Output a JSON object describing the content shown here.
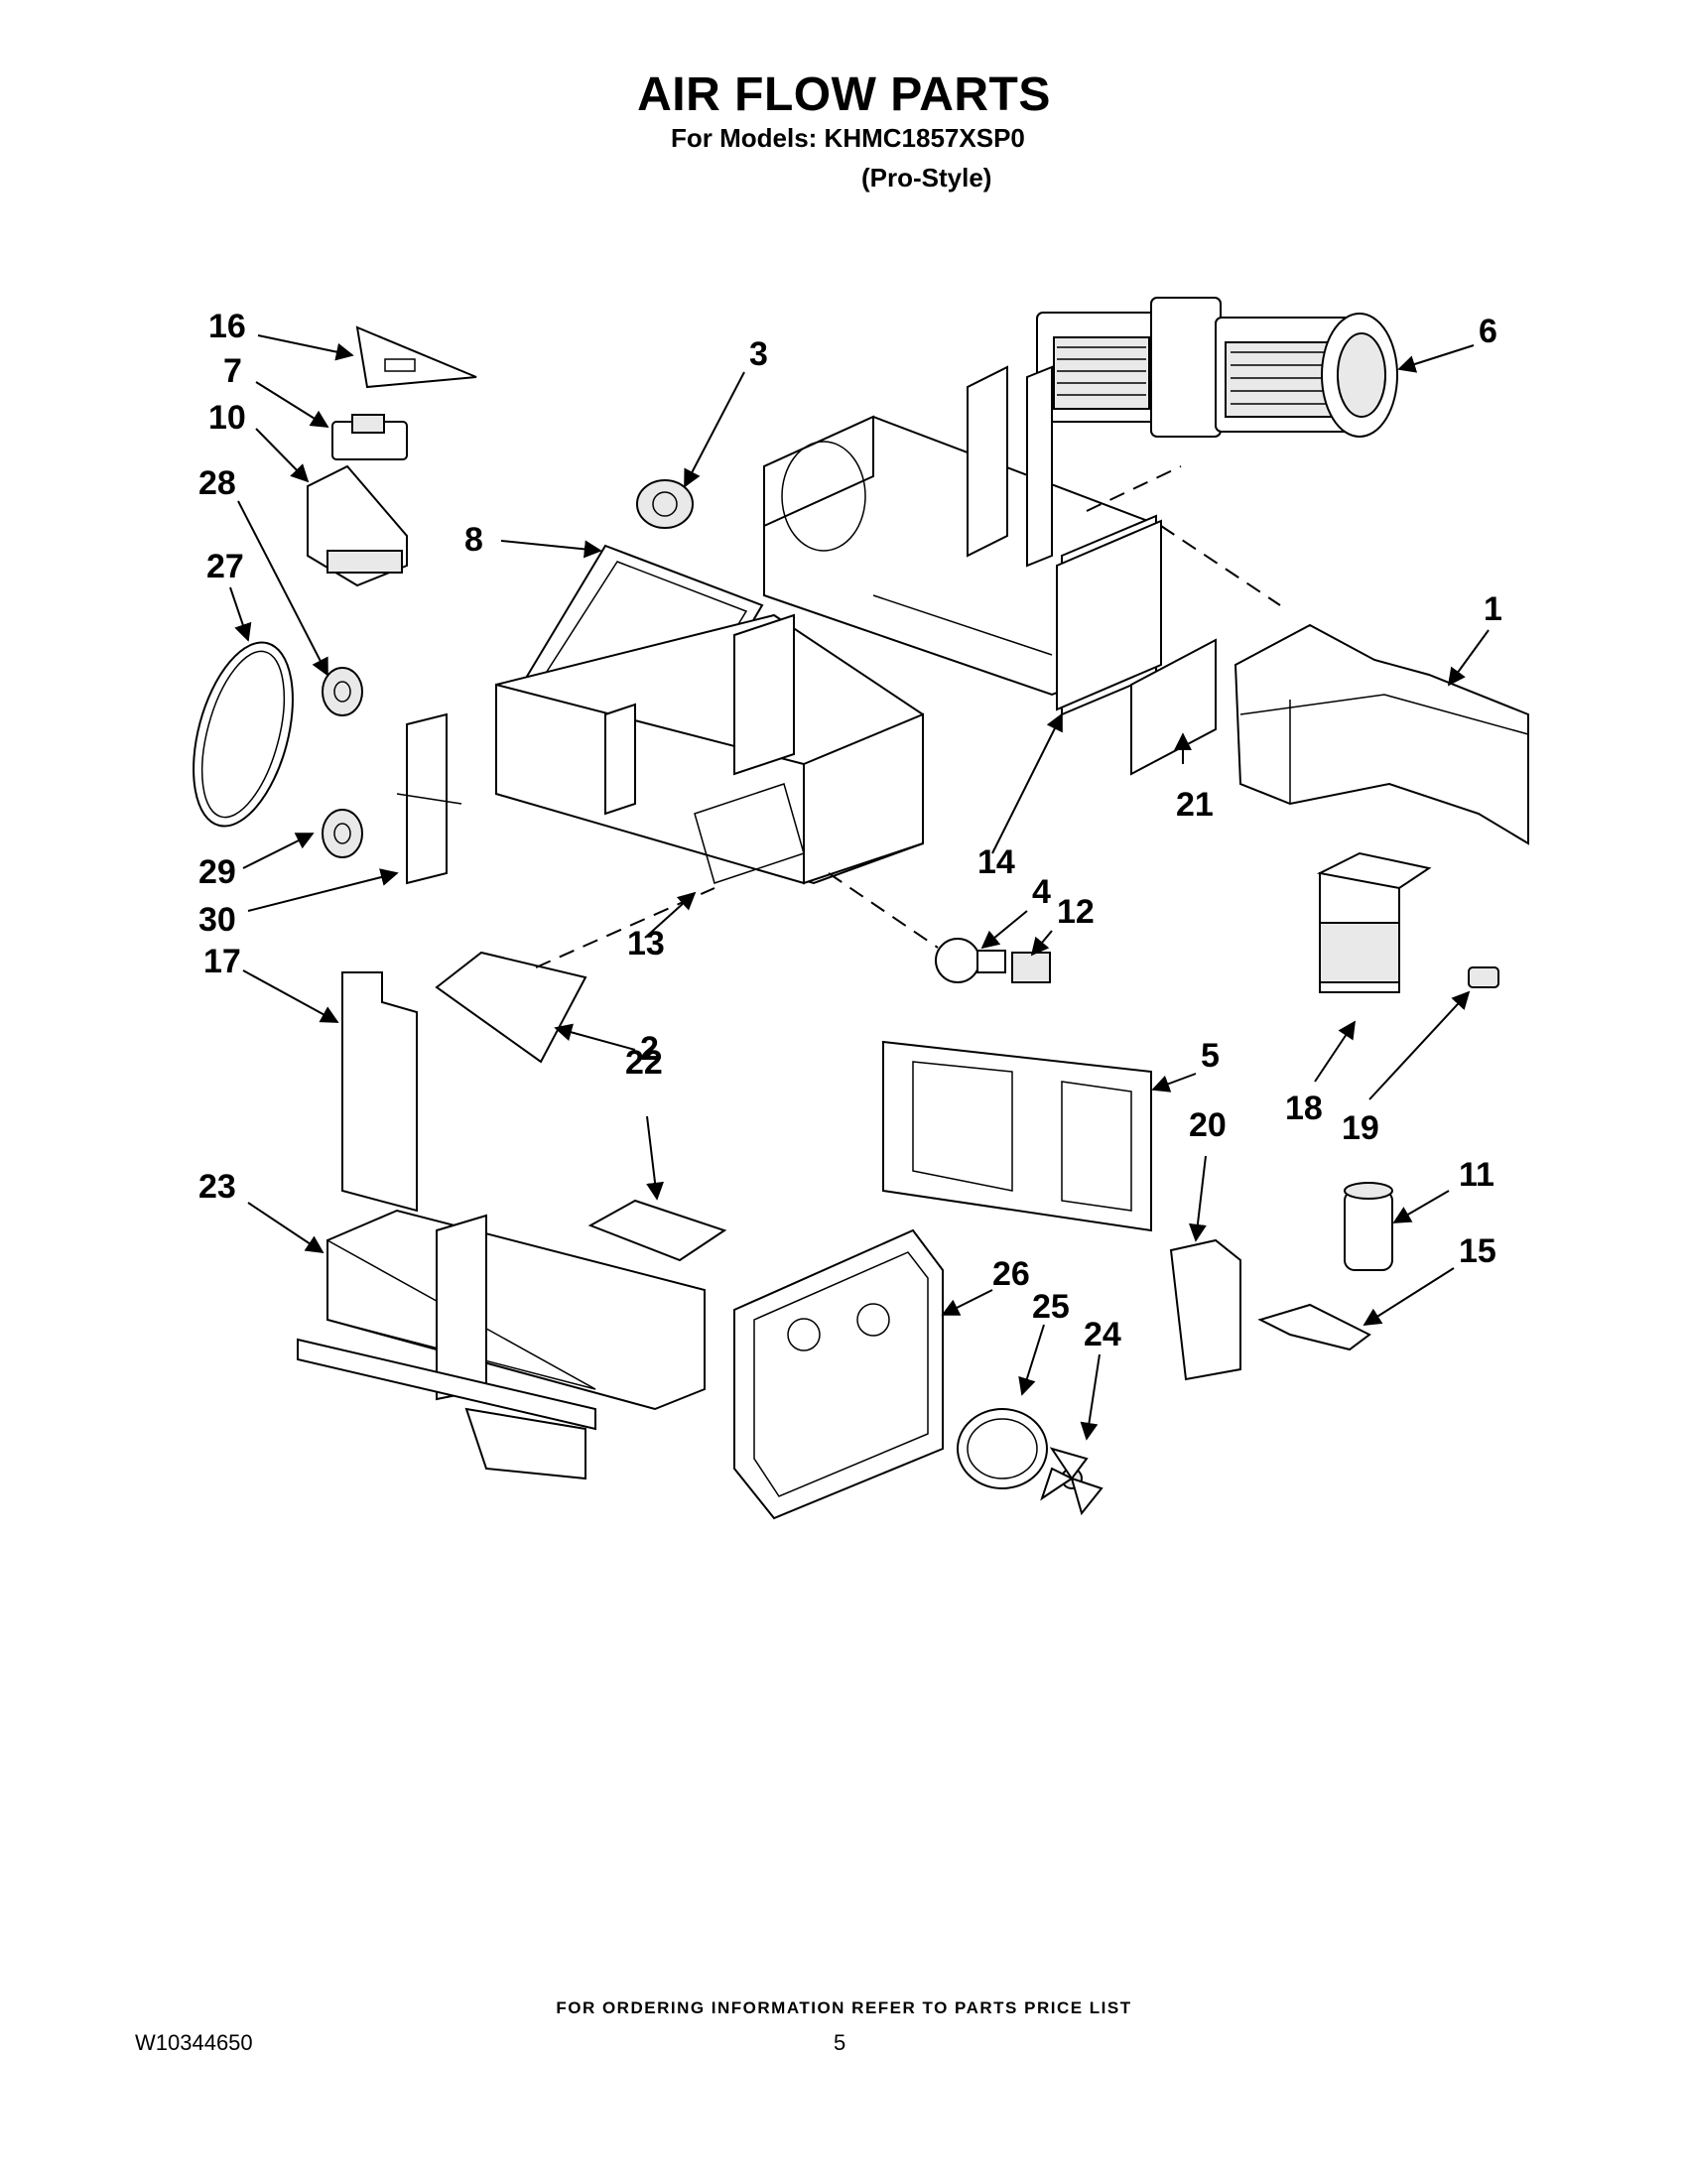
{
  "header": {
    "title": "AIR FLOW PARTS",
    "models_line": "For Models: KHMC1857XSP0",
    "style_line": "(Pro-Style)"
  },
  "callouts": [
    "1",
    "2",
    "3",
    "4",
    "5",
    "6",
    "7",
    "8",
    "10",
    "11",
    "12",
    "13",
    "14",
    "15",
    "16",
    "17",
    "18",
    "19",
    "20",
    "21",
    "22",
    "23",
    "24",
    "25",
    "26",
    "27",
    "28",
    "29",
    "30"
  ],
  "footer": {
    "note": "FOR ORDERING INFORMATION REFER TO PARTS PRICE LIST",
    "doc_number": "W10344650",
    "page_number": "5"
  }
}
